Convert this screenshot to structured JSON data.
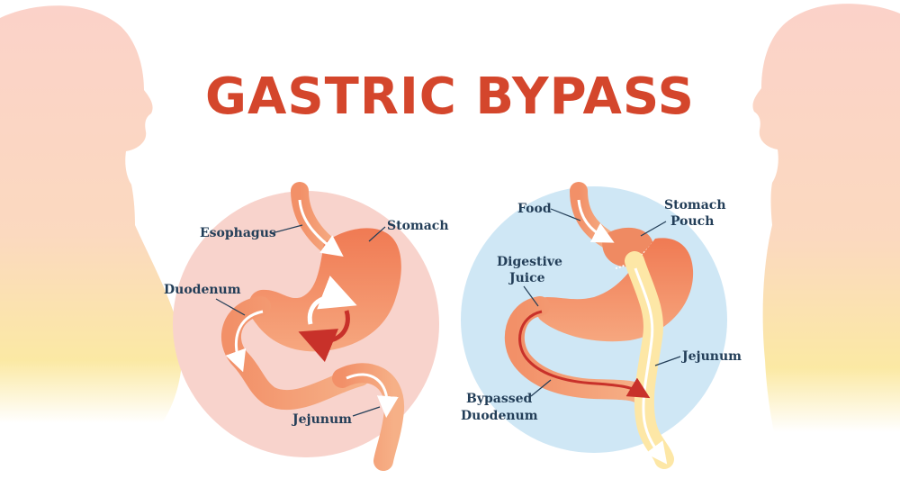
{
  "title": "GASTRIC BYPASS",
  "colors": {
    "title": "#d4462c",
    "label": "#233e58",
    "stomach": "#ef8a62",
    "left_circle": "#f8d3cc",
    "right_circle": "#cfe7f5",
    "silhouette_top": "#fbd2c9",
    "silhouette_bottom": "#fbe7a0",
    "arrow_red": "#c8312a",
    "food_path": "#fde7a6"
  },
  "normal_anatomy": {
    "labels": {
      "esophagus": "Esophagus",
      "stomach": "Stomach",
      "duodenum": "Duodenum",
      "jejunum": "Jejunum"
    }
  },
  "bypass_anatomy": {
    "labels": {
      "food": "Food",
      "stomach_pouch_line1": "Stomach",
      "stomach_pouch_line2": "Pouch",
      "digestive_juice_line1": "Digestive",
      "digestive_juice_line2": "Juice",
      "jejunum": "Jejunum",
      "bypassed_duodenum_line1": "Bypassed",
      "bypassed_duodenum_line2": "Duodenum"
    }
  },
  "icons": {
    "left_silhouette": "person-profile-facing-right",
    "right_silhouette": "person-profile-facing-left",
    "rotation": "circular-arrows-icon"
  }
}
